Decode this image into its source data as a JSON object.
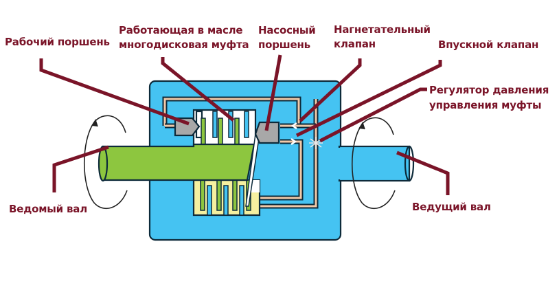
{
  "diagram": {
    "title": "Гидравлическая муфта: схема работы",
    "colors": {
      "label": "#7a1428",
      "housing": "#45c3f2",
      "driven_shaft": "#8dc63f",
      "oil": "#f5f0a0",
      "piston": "#a8a8a8",
      "channel": "#f2c9a8",
      "outline": "#0d2a3a"
    },
    "labels": {
      "working_piston": "Рабочий поршень",
      "clutch_line1": "Работающая в масле",
      "clutch_line2": "многодисковая муфта",
      "pump_piston_line1": "Насосный",
      "pump_piston_line2": "поршень",
      "discharge_valve_line1": "Нагнетательный",
      "discharge_valve_line2": "клапан",
      "intake_valve": "Впускной клапан",
      "regulator_line1": "Регулятор давления",
      "regulator_line2": "управления муфты",
      "driven_shaft": "Ведомый вал",
      "driving_shaft": "Ведущий вал"
    },
    "icons": {
      "rotation_left": "rotation-arrow-icon",
      "rotation_right": "rotation-arrow-icon",
      "regulator": "asterisk-valve-icon"
    }
  }
}
